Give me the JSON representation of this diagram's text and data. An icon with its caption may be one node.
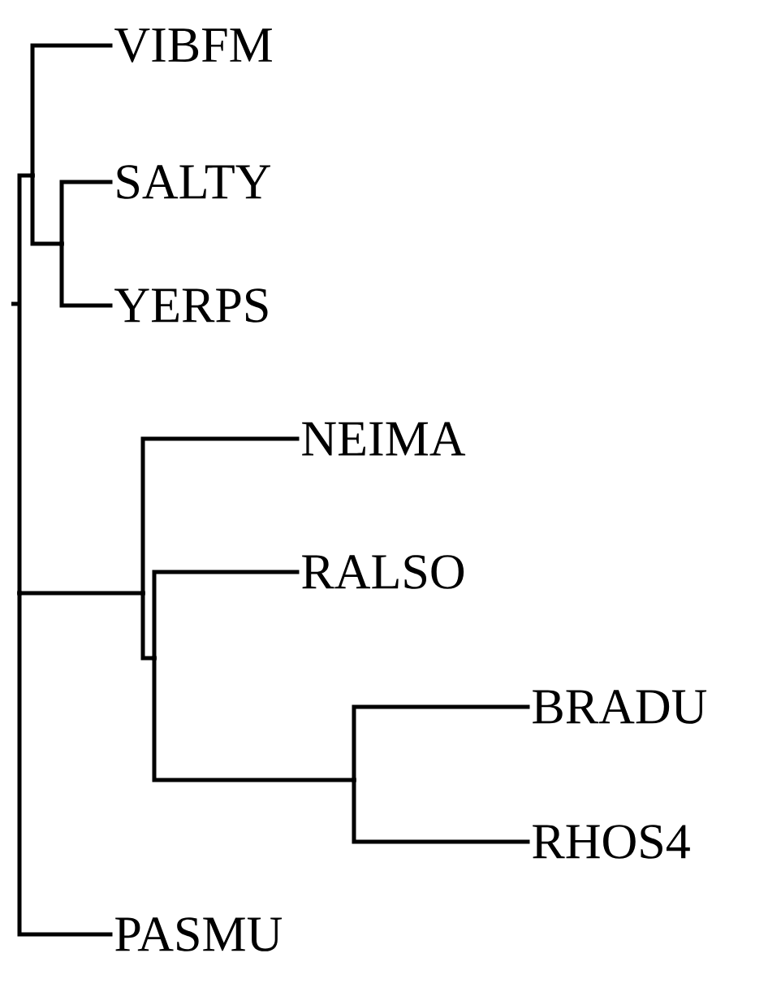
{
  "diagram": {
    "nodes": [
      {
        "text": [
          "VIBFM"
        ]
      },
      {
        "text": [
          "SALTY"
        ]
      },
      {
        "text": [
          "YERPS"
        ]
      },
      {
        "text": [
          "NEIMA"
        ]
      },
      {
        "text": [
          "RALSO"
        ]
      },
      {
        "text": [
          "BRADU"
        ]
      },
      {
        "text": [
          "RHOS4"
        ]
      },
      {
        "text": [
          "PASMU"
        ]
      },
      {
        "text": [],
        "shape": "dot"
      },
      {
        "text": [],
        "shape": "dot"
      },
      {
        "text": [],
        "shape": "dot"
      },
      {
        "text": [],
        "shape": "dot"
      },
      {
        "text": [],
        "shape": "dot"
      },
      {
        "text": [],
        "shape": "dot"
      }
    ],
    "edges": [
      {
        "from": 8,
        "to": 9,
        "arrow": "none"
      },
      {
        "from": 9,
        "to": 0,
        "arrow": "none"
      },
      {
        "from": 9,
        "to": 10,
        "arrow": "none"
      },
      {
        "from": 10,
        "to": 1,
        "arrow": "none"
      },
      {
        "from": 10,
        "to": 2,
        "arrow": "none"
      },
      {
        "from": 8,
        "to": 11,
        "arrow": "none"
      },
      {
        "from": 11,
        "to": 3,
        "arrow": "none"
      },
      {
        "from": 11,
        "to": 12,
        "arrow": "none"
      },
      {
        "from": 12,
        "to": 4,
        "arrow": "none"
      },
      {
        "from": 12,
        "to": 13,
        "arrow": "none"
      },
      {
        "from": 13,
        "to": 5,
        "arrow": "none"
      },
      {
        "from": 13,
        "to": 6,
        "arrow": "none"
      },
      {
        "from": 8,
        "to": 7,
        "arrow": "none"
      }
    ]
  }
}
